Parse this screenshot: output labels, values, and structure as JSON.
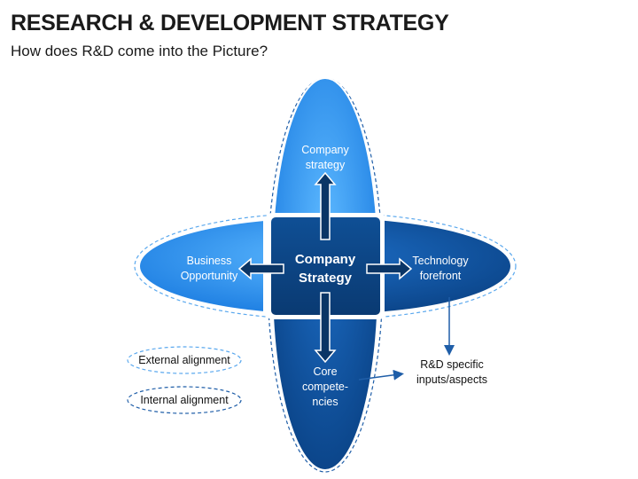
{
  "header": {
    "title": "RESEARCH & DEVELOPMENT STRATEGY",
    "subtitle": "How does R&D come into the Picture?"
  },
  "diagram": {
    "center": {
      "line1": "Company",
      "line2": "Strategy"
    },
    "top": {
      "line1": "Company",
      "line2": "strategy"
    },
    "left": {
      "line1": "Business",
      "line2": "Opportunity"
    },
    "right": {
      "line1": "Technology",
      "line2": "forefront"
    },
    "bottom": {
      "line1": "Core",
      "line2": "compete-",
      "line3": "ncies"
    },
    "output_right": {
      "line1": "R&D specific",
      "line2": "inputs/aspects"
    }
  },
  "legend": {
    "external": "External alignment",
    "internal": "Internal alignment"
  },
  "colors": {
    "light_blue": "#3d9df0",
    "mid_blue": "#1a6fd1",
    "dark_blue": "#0b4a8e",
    "navy": "#0a3566",
    "arrow": "#1f5ea8"
  }
}
